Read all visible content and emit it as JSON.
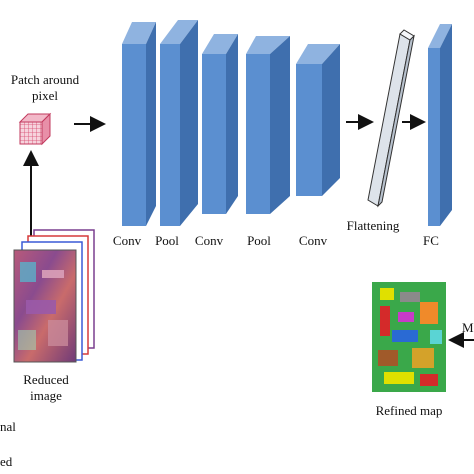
{
  "colors": {
    "block_front": "#5b8fd0",
    "block_side": "#3f6fae",
    "block_top": "#8fb3e0",
    "flatten_fill": "#dde3ea",
    "arrow": "#111111",
    "patch": "#e05a7a"
  },
  "labels": {
    "patch_line1": "Patch around",
    "patch_line2": "pixel",
    "conv1": "Conv",
    "pool1": "Pool",
    "conv2": "Conv",
    "pool2": "Pool",
    "conv3": "Conv",
    "flattening": "Flattening",
    "fc": "FC",
    "reduced_line1": "Reduced",
    "reduced_line2": "image",
    "refined_map": "Refined map",
    "partial_m": "M",
    "partial_nal": "nal",
    "partial_ed": "ed"
  }
}
